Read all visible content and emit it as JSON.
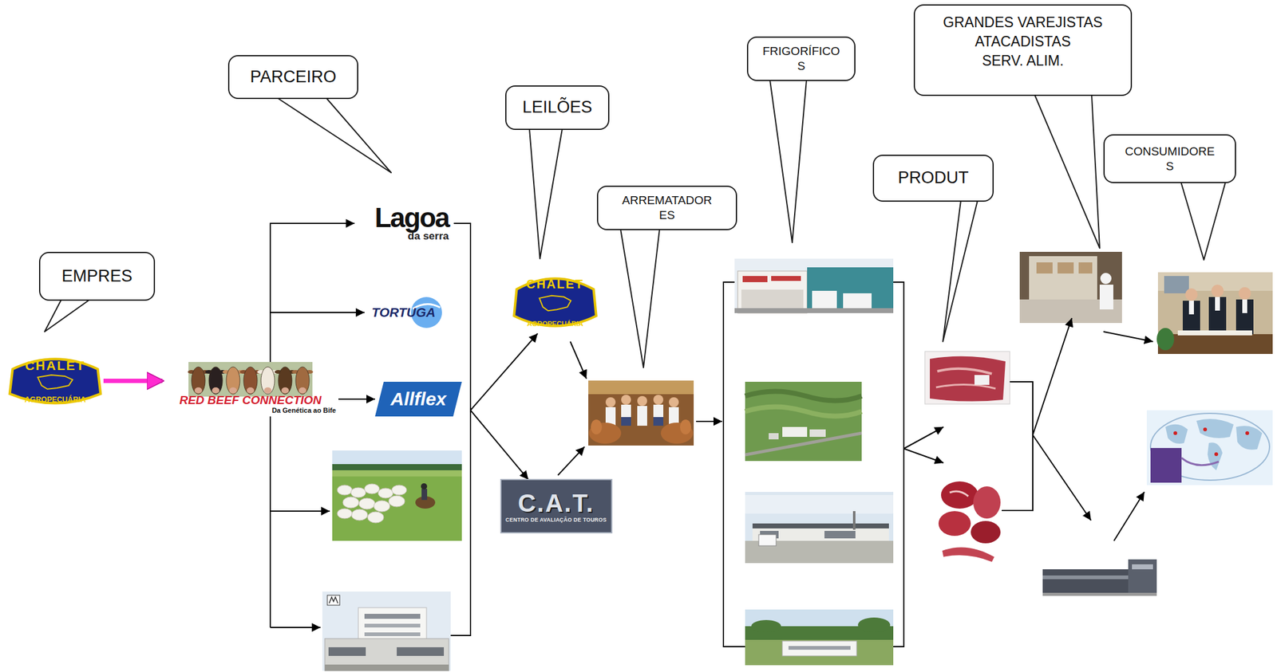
{
  "diagram": {
    "nodes": [
      {
        "text": [
          "EMPRES"
        ]
      },
      {
        "text": [
          "CHALET",
          "AGROPECUÁRIA"
        ]
      },
      {
        "text": [
          "RED BEEF CONNECTION",
          "Da Genética ao Bife"
        ]
      },
      {
        "text": [
          "PARCEIRO"
        ]
      },
      {
        "text": [
          "Lagoa",
          "da serra"
        ]
      },
      {
        "text": [
          "TORTUGA"
        ]
      },
      {
        "text": [
          "Allflex"
        ]
      },
      {
        "text": [
          "LEILÕES"
        ]
      },
      {
        "text": [
          "CHALET",
          "AGROPECUÁRIA"
        ]
      },
      {
        "text": [
          "C.A.T.",
          "CENTRO DE AVALIAÇÃO DE TOUROS"
        ]
      },
      {
        "text": [
          "ARREMATADOR ES"
        ]
      },
      {
        "text": [
          "FRIGORÍFICO S"
        ]
      },
      {
        "text": [
          "PRODUT"
        ]
      },
      {
        "text": [
          "GRANDES VAREJISTAS",
          "ATACADISTAS",
          "SERV. ALIM."
        ]
      },
      {
        "text": [
          "CONSUMIDORE S"
        ]
      }
    ],
    "edges": [
      {
        "from": 1,
        "to": 2,
        "arrow": "to"
      },
      {
        "from": 2,
        "to": 4,
        "arrow": "to"
      },
      {
        "from": 2,
        "to": 5,
        "arrow": "to"
      },
      {
        "from": 2,
        "to": 6,
        "arrow": "to"
      },
      {
        "from": 4,
        "to": 8,
        "arrow": "to"
      },
      {
        "from": 4,
        "to": 9,
        "arrow": "to"
      }
    ]
  }
}
